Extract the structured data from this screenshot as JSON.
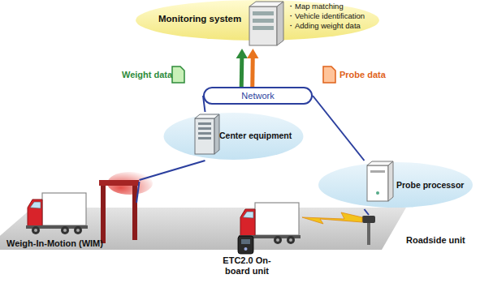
{
  "diagram": {
    "nodes": [
      {
        "text": [
          "Monitoring system",
          "・Map matching",
          "・Vehicle identification",
          "・Adding weight data"
        ]
      },
      {
        "text": [
          "Network"
        ]
      },
      {
        "text": [
          "Center equipment"
        ]
      },
      {
        "text": [
          "Probe processor"
        ]
      },
      {
        "text": [
          "Weigh-In-Motion (WIM)"
        ]
      },
      {
        "text": [
          "Roadside unit"
        ]
      }
    ],
    "edges": [
      {
        "from": 1,
        "to": 0,
        "arrow": "to"
      },
      {
        "from": 1,
        "to": 0,
        "arrow": "to"
      },
      {
        "from": 2,
        "to": 1,
        "arrow": "none"
      },
      {
        "from": 1,
        "to": 3,
        "arrow": "none"
      },
      {
        "from": 4,
        "to": 2,
        "arrow": "none"
      },
      {
        "from": 3,
        "to": 5,
        "arrow": "none"
      }
    ],
    "labels": [
      "Weight data",
      "Probe data",
      "ETC2.0 On-board unit"
    ]
  }
}
